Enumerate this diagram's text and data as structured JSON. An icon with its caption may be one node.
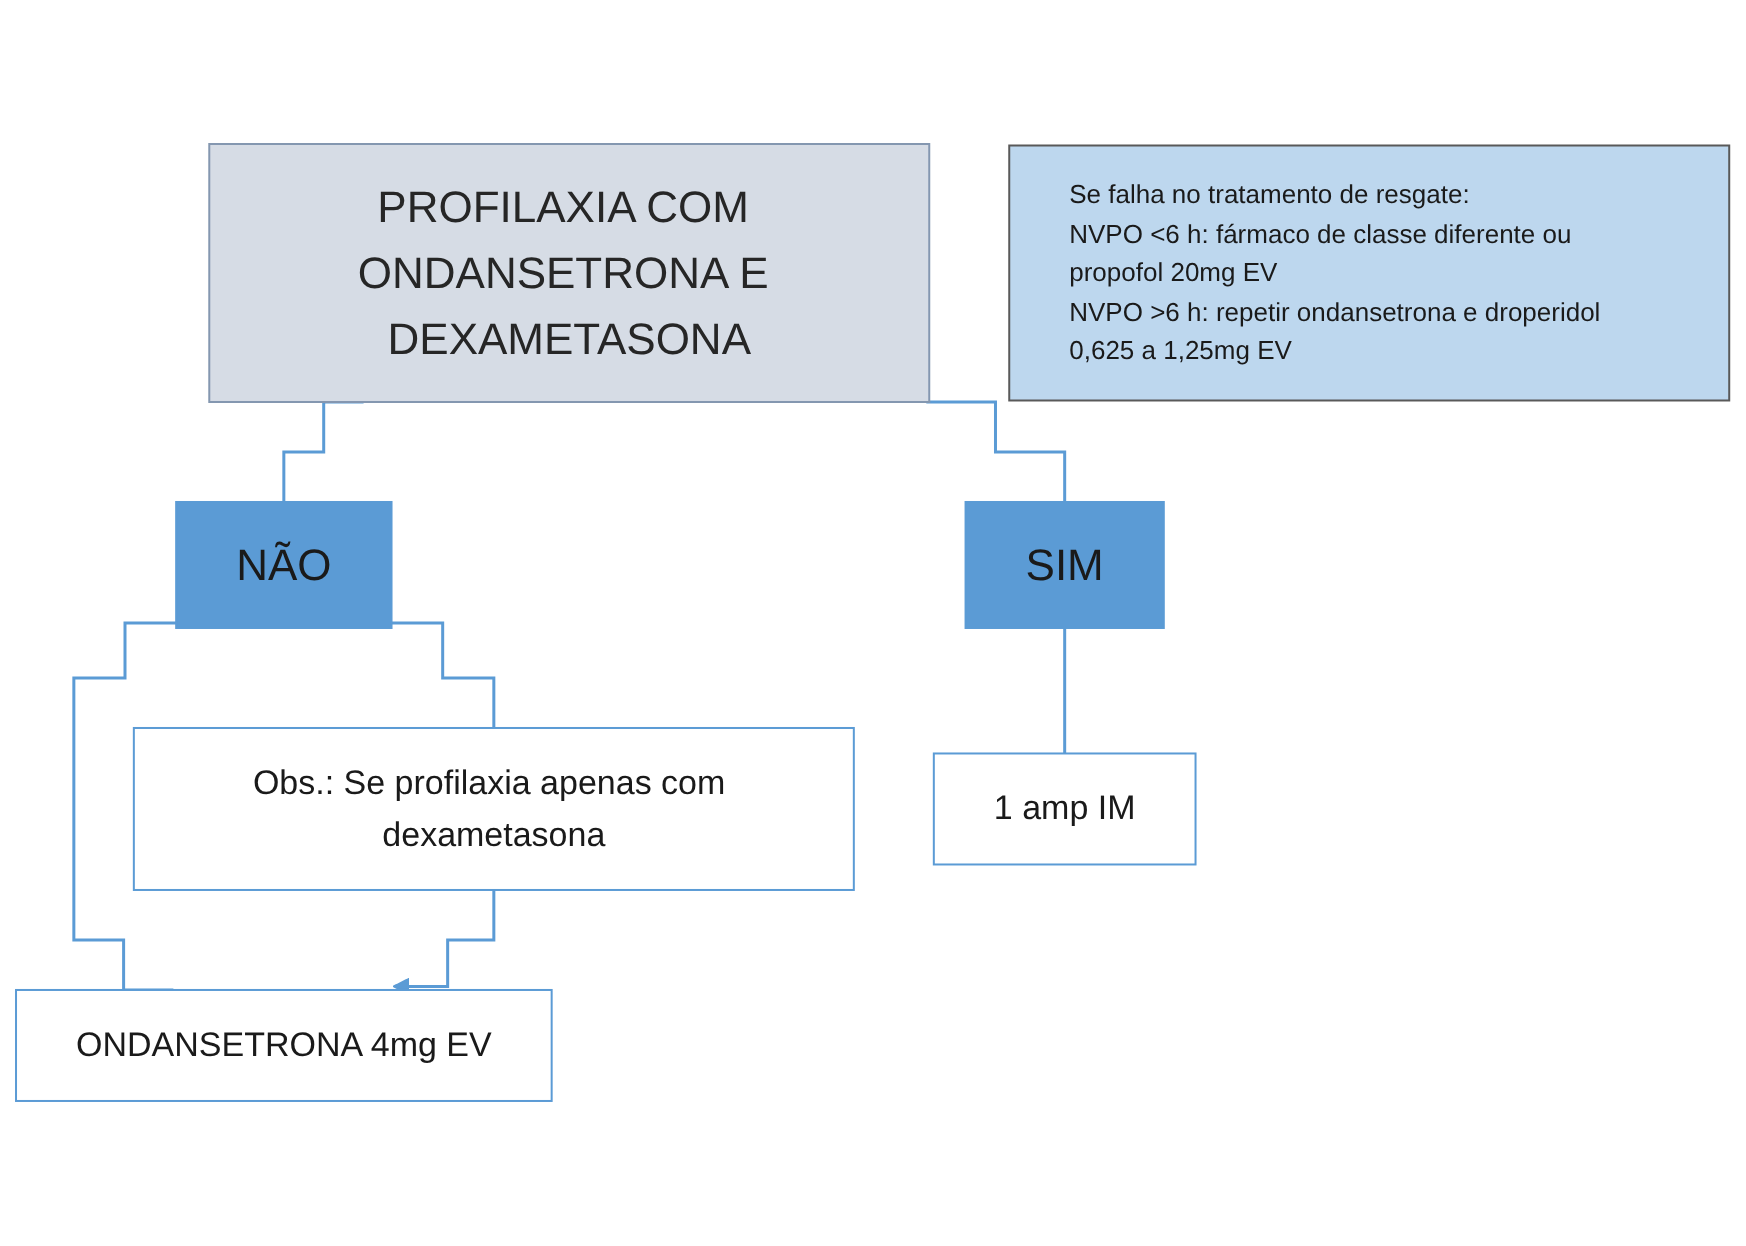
{
  "diagram": {
    "nodes": [
      {
        "text": [
          "PROFILAXIA COM ONDANSETRONA E DEXAMETASONA"
        ]
      },
      {
        "text": [
          "NÃO"
        ]
      },
      {
        "text": [
          "SIM"
        ]
      },
      {
        "text": [
          "ONDANSETRONA 4mg EV"
        ]
      },
      {
        "text": [
          "Obs.: Se profilaxia apenas com dexametasona"
        ]
      },
      {
        "text": [
          "1 amp IM"
        ]
      },
      {
        "text": [
          "Se falha no tratamento de resgate:",
          "NVPO <6 h: fármaco de classe diferente ou propofol 20mg EV",
          "NVPO >6 h: repetir ondansetrona e droperidol 0,625 a 1,25mg EV"
        ]
      }
    ],
    "edges": [
      {
        "from": 0,
        "to": 1,
        "arrow": "none"
      },
      {
        "from": 0,
        "to": 2,
        "arrow": "none"
      },
      {
        "from": 1,
        "to": 3,
        "arrow": "none"
      },
      {
        "from": 1,
        "to": 4,
        "arrow": "none"
      },
      {
        "from": 4,
        "to": 3,
        "arrow": "to"
      },
      {
        "from": 2,
        "to": 5,
        "arrow": "none"
      }
    ]
  }
}
